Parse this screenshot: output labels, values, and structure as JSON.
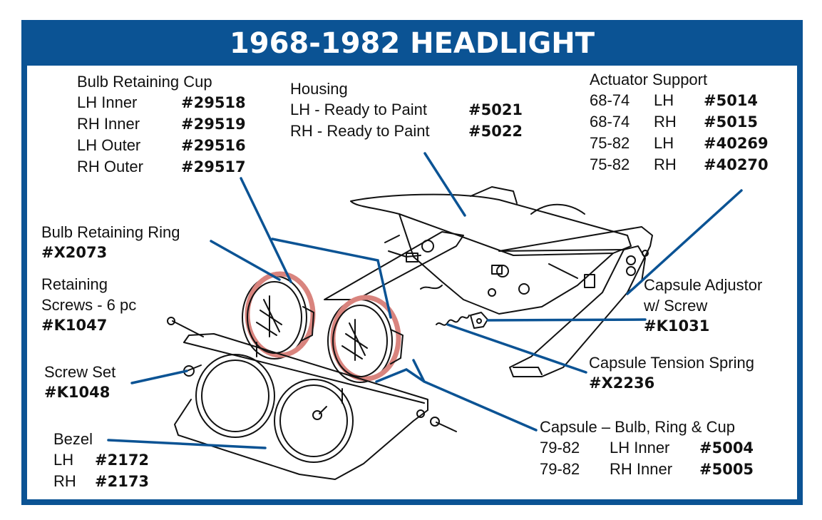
{
  "title": "1968-1982 HEADLIGHT",
  "colors": {
    "frame": "#0b5394",
    "leader_line": "#0b5394",
    "ring_highlight": "#d9847e"
  },
  "labels": {
    "bulb_cup": {
      "heading": "Bulb Retaining Cup",
      "rows": [
        {
          "desc": "LH Inner",
          "part": "#29518"
        },
        {
          "desc": "RH Inner",
          "part": "#29519"
        },
        {
          "desc": "LH Outer",
          "part": "#29516"
        },
        {
          "desc": "RH Outer",
          "part": "#29517"
        }
      ]
    },
    "housing": {
      "heading": "Housing",
      "rows": [
        {
          "desc": "LH - Ready to Paint",
          "part": "#5021"
        },
        {
          "desc": "RH - Ready to Paint",
          "part": "#5022"
        }
      ]
    },
    "actuator": {
      "heading": "Actuator Support",
      "rows": [
        {
          "years": "68-74",
          "side": "LH",
          "part": "#5014"
        },
        {
          "years": "68-74",
          "side": "RH",
          "part": "#5015"
        },
        {
          "years": "75-82",
          "side": "LH",
          "part": "#40269"
        },
        {
          "years": "75-82",
          "side": "RH",
          "part": "#40270"
        }
      ]
    },
    "ring": {
      "heading": "Bulb Retaining Ring",
      "part": "#X2073"
    },
    "screws": {
      "line1": "Retaining",
      "line2": "Screws - 6 pc",
      "part": "#K1047"
    },
    "adjustor": {
      "line1": "Capsule Adjustor",
      "line2": "w/ Screw",
      "part": "#K1031"
    },
    "screw_set": {
      "heading": "Screw Set",
      "part": "#K1048"
    },
    "spring": {
      "heading": "Capsule Tension Spring",
      "part": "#X2236"
    },
    "bezel": {
      "heading": "Bezel",
      "rows": [
        {
          "side": "LH",
          "part": "#2172"
        },
        {
          "side": "RH",
          "part": "#2173"
        }
      ]
    },
    "capsule": {
      "heading": "Capsule – Bulb, Ring & Cup",
      "rows": [
        {
          "years": "79-82",
          "desc": "LH Inner",
          "part": "#5004"
        },
        {
          "years": "79-82",
          "desc": "RH Inner",
          "part": "#5005"
        }
      ]
    }
  }
}
